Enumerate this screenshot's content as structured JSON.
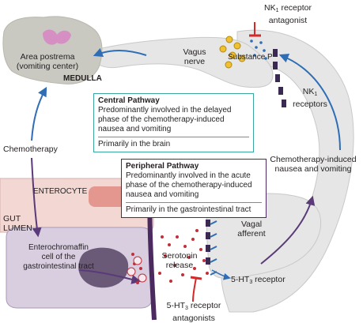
{
  "labels": {
    "area_postrema_1": "Area postrema",
    "area_postrema_2": "(vomiting center)",
    "medulla": "MEDULLA",
    "nk1_antagonist_1": "NK",
    "nk1_antagonist_sub": "1",
    "nk1_antagonist_2": " receptor",
    "nk1_antagonist_3": "antagonist",
    "vagus_1": "Vagus",
    "vagus_2": "nerve",
    "substance_p": "Substance P",
    "nk1_receptors_1": "NK",
    "nk1_receptors_sub": "1",
    "nk1_receptors_2": "receptors",
    "chemotherapy": "Chemotherapy",
    "cinv_1": "Chemotherapy-induced",
    "cinv_2": "nausea and vomiting",
    "enterocyte": "ENTEROCYTE",
    "gut_1": "GUT",
    "gut_2": "LUMEN",
    "ec_1": "Enterochromaffin",
    "ec_2": "cell of the",
    "ec_3": "gastrointestinal tract",
    "serotonin_1": "Serotonin",
    "serotonin_2": "release",
    "vagal_1": "Vagal",
    "vagal_2": "afferent",
    "ht3_receptor_a": "5-HT",
    "ht3_receptor_sub": "3",
    "ht3_receptor_b": " receptor",
    "ht3_antag_a": "5-HT",
    "ht3_antag_sub": "3",
    "ht3_antag_b": " receptor",
    "ht3_antag_c": "antagonists"
  },
  "central_pathway": {
    "title": "Central Pathway",
    "line1": "Predominantly involved in the delayed phase of the chemotherapy-induced nausea and vomiting",
    "line2": "Primarily in the brain"
  },
  "peripheral_pathway": {
    "title": "Peripheral Pathway",
    "line1": "Predominantly involved in the acute phase of the chemotherapy-induced nausea and vomiting",
    "line2": "Primarily in the gastrointestinal tract"
  },
  "colors": {
    "tissue": "#e6e6e6",
    "tissue_edge": "#c9c9c9",
    "brain_bg": "#c9c9c1",
    "area_postrema": "#d58fc3",
    "enterocyte": "#f2d7d3",
    "enterocyte_nucleus": "#e3978f",
    "ec_cell": "#d8cee0",
    "ec_nucleus": "#6a5a78",
    "membrane": "#4b2a5f",
    "arrow_blue": "#2f6eb5",
    "arrow_purple": "#5a3a78",
    "inhibit_red": "#d62828",
    "serotonin_dot": "#c0303a",
    "central_border": "#3aa7a1",
    "peripheral_border": "#4b2a5f",
    "receptor_dark": "#3a2950",
    "receptor_blue": "#2f6eb5",
    "vesicle_yellow": "#f0c030"
  },
  "icons": [
    "inhibition-bar-icon",
    "arrow-icon"
  ]
}
